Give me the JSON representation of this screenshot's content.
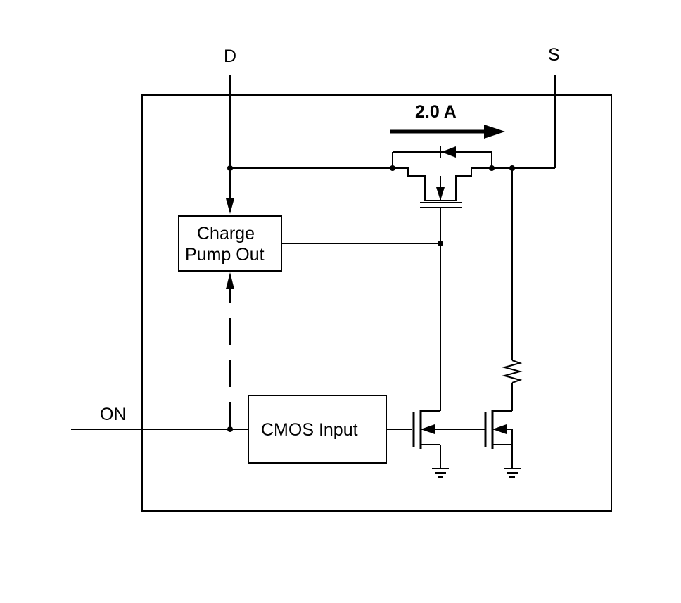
{
  "pins": {
    "drain": "D",
    "source": "S",
    "on": "ON"
  },
  "blocks": {
    "charge_pump_line1": "Charge",
    "charge_pump_line2": "Pump Out",
    "cmos_input": "CMOS Input"
  },
  "current_label": "2.0 A"
}
